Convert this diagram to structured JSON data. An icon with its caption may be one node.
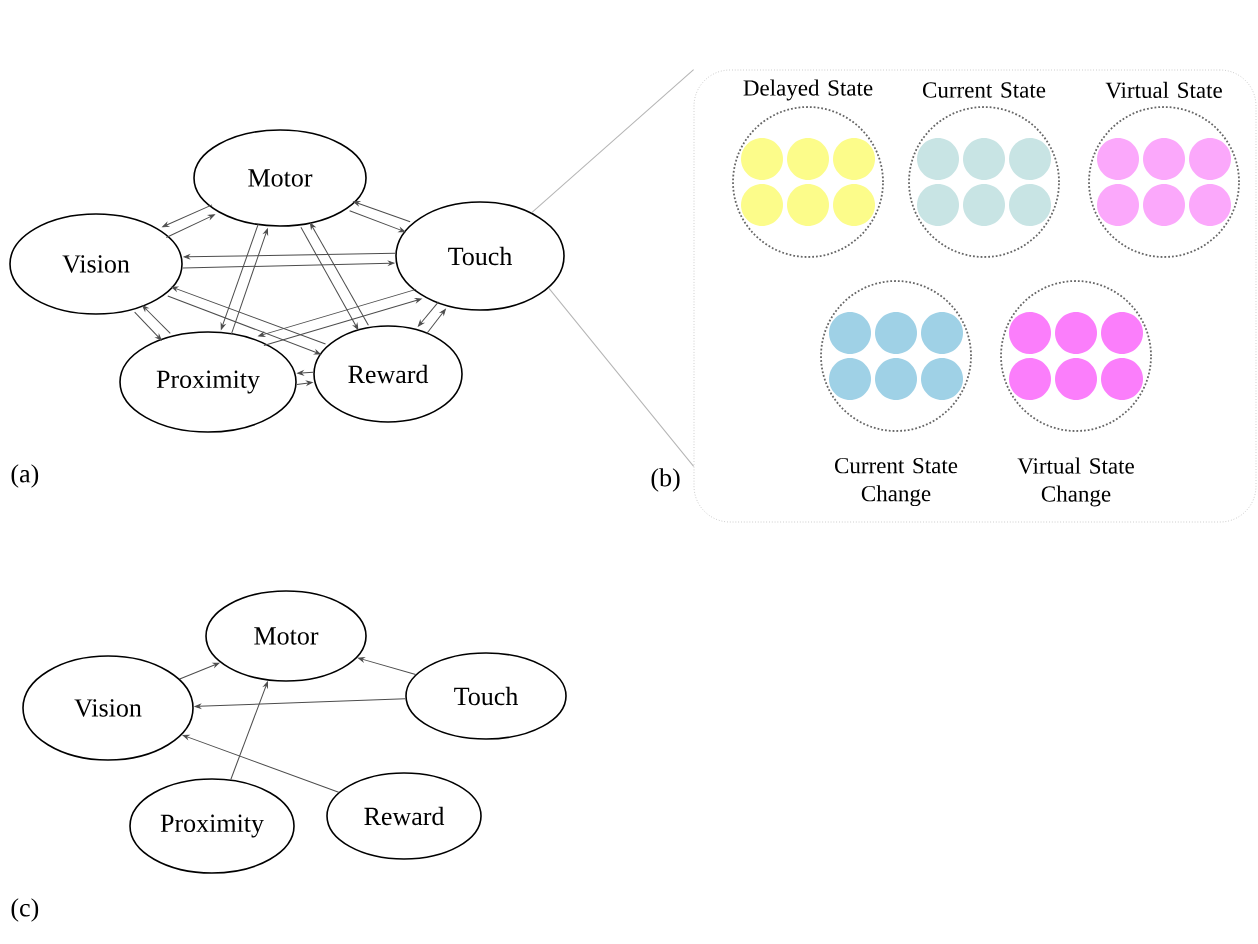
{
  "diagram": {
    "nodes": [
      {
        "text": [
          "Motor"
        ]
      },
      {
        "text": [
          "Vision"
        ]
      },
      {
        "text": [
          "Touch"
        ]
      },
      {
        "text": [
          "Proximity"
        ]
      },
      {
        "text": [
          "Reward"
        ]
      },
      {
        "text": [],
        "shape": "box"
      },
      {
        "text": [
          "Delayed State"
        ],
        "in": 5
      },
      {
        "text": [
          "Current State"
        ],
        "in": 5
      },
      {
        "text": [
          "Virtual State"
        ],
        "in": 5
      },
      {
        "text": [
          "Current State Change"
        ],
        "in": 5
      },
      {
        "text": [
          "Virtual State Change"
        ],
        "in": 5
      },
      {
        "text": [
          "Motor"
        ]
      },
      {
        "text": [
          "Vision"
        ]
      },
      {
        "text": [
          "Touch"
        ]
      },
      {
        "text": [
          "Proximity"
        ]
      },
      {
        "text": [
          "Reward"
        ]
      }
    ],
    "edges": [
      {
        "from": 0,
        "to": 1,
        "arrow": "to"
      },
      {
        "from": 1,
        "to": 0,
        "arrow": "to"
      },
      {
        "from": 0,
        "to": 2,
        "arrow": "to"
      },
      {
        "from": 2,
        "to": 0,
        "arrow": "to"
      },
      {
        "from": 0,
        "to": 3,
        "arrow": "to"
      },
      {
        "from": 3,
        "to": 0,
        "arrow": "to"
      },
      {
        "from": 0,
        "to": 4,
        "arrow": "to"
      },
      {
        "from": 4,
        "to": 0,
        "arrow": "to"
      },
      {
        "from": 1,
        "to": 2,
        "arrow": "to"
      },
      {
        "from": 2,
        "to": 1,
        "arrow": "to"
      },
      {
        "from": 1,
        "to": 3,
        "arrow": "to"
      },
      {
        "from": 3,
        "to": 1,
        "arrow": "to"
      },
      {
        "from": 1,
        "to": 4,
        "arrow": "to"
      },
      {
        "from": 4,
        "to": 1,
        "arrow": "to"
      },
      {
        "from": 2,
        "to": 3,
        "arrow": "to"
      },
      {
        "from": 3,
        "to": 2,
        "arrow": "to"
      },
      {
        "from": 2,
        "to": 4,
        "arrow": "to"
      },
      {
        "from": 4,
        "to": 2,
        "arrow": "to"
      },
      {
        "from": 3,
        "to": 4,
        "arrow": "to"
      },
      {
        "from": 4,
        "to": 3,
        "arrow": "to"
      },
      {
        "from": 2,
        "to": 5,
        "arrow": "none",
        "color": "#b4b4b4"
      },
      {
        "from": 2,
        "to": 5,
        "arrow": "none",
        "color": "#b4b4b4"
      },
      {
        "from": 12,
        "to": 11,
        "arrow": "to"
      },
      {
        "from": 13,
        "to": 11,
        "arrow": "to"
      },
      {
        "from": 13,
        "to": 12,
        "arrow": "to"
      },
      {
        "from": 15,
        "to": 12,
        "arrow": "to"
      },
      {
        "from": 14,
        "to": 11,
        "arrow": "to"
      }
    ],
    "labels": [
      "(a)",
      "(b)",
      "(c)"
    ]
  }
}
